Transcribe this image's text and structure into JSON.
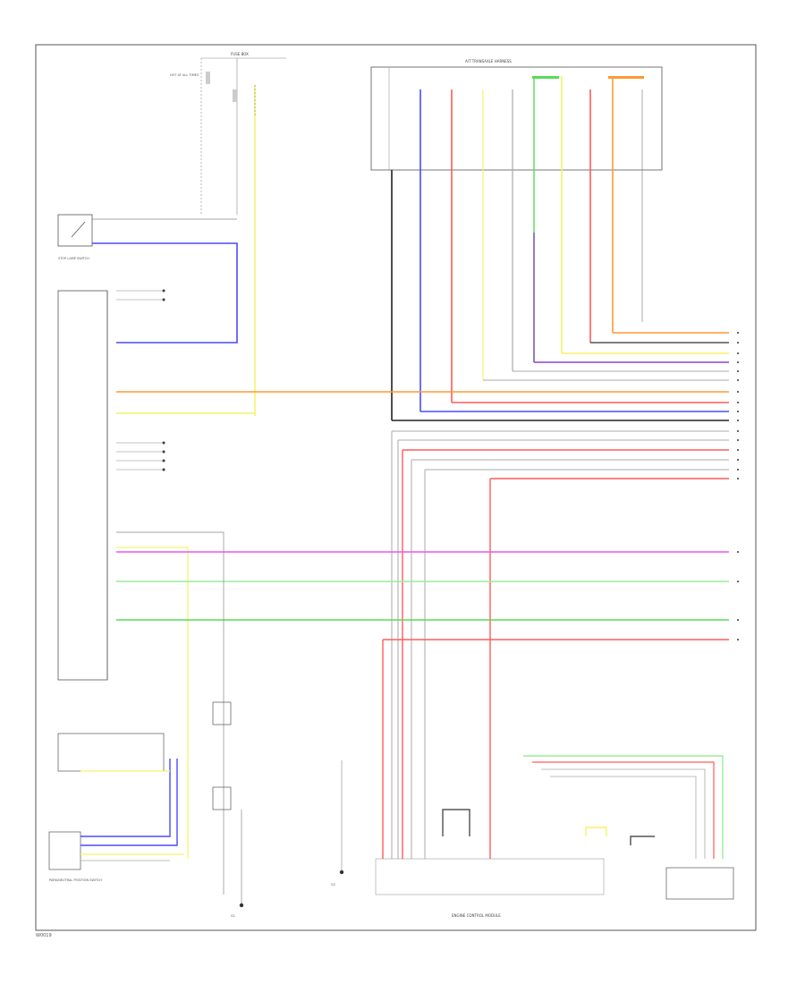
{
  "colors": {
    "frame": "#555555",
    "wire_black": "#222222",
    "wire_gray": "#aaaaaa",
    "wire_blue": "#4a4aff",
    "wire_yellow": "#f4f46a",
    "wire_red": "#ff5a5a",
    "wire_orange": "#ff9933",
    "wire_pink": "#ee55ee",
    "wire_green": "#55dd55",
    "wire_lightgreen": "#99ee99",
    "wire_purple": "#8844cc",
    "wire_teal": "#44ccbb"
  },
  "labels": {
    "hot_at_all_times": "HOT AT ALL TIMES",
    "fuse_box": "FUSE BOX",
    "tcm_connector": "A/T TRANSAXLE HARNESS",
    "ecm": "ENGINE CONTROL MODULE",
    "brake_switch": "STOP LAMP SWITCH",
    "pnp_switch": "PARK/NEUTRAL POSITION SWITCH",
    "ground_left": "G1",
    "ground_right": "G2",
    "footer_code": "W0019"
  }
}
